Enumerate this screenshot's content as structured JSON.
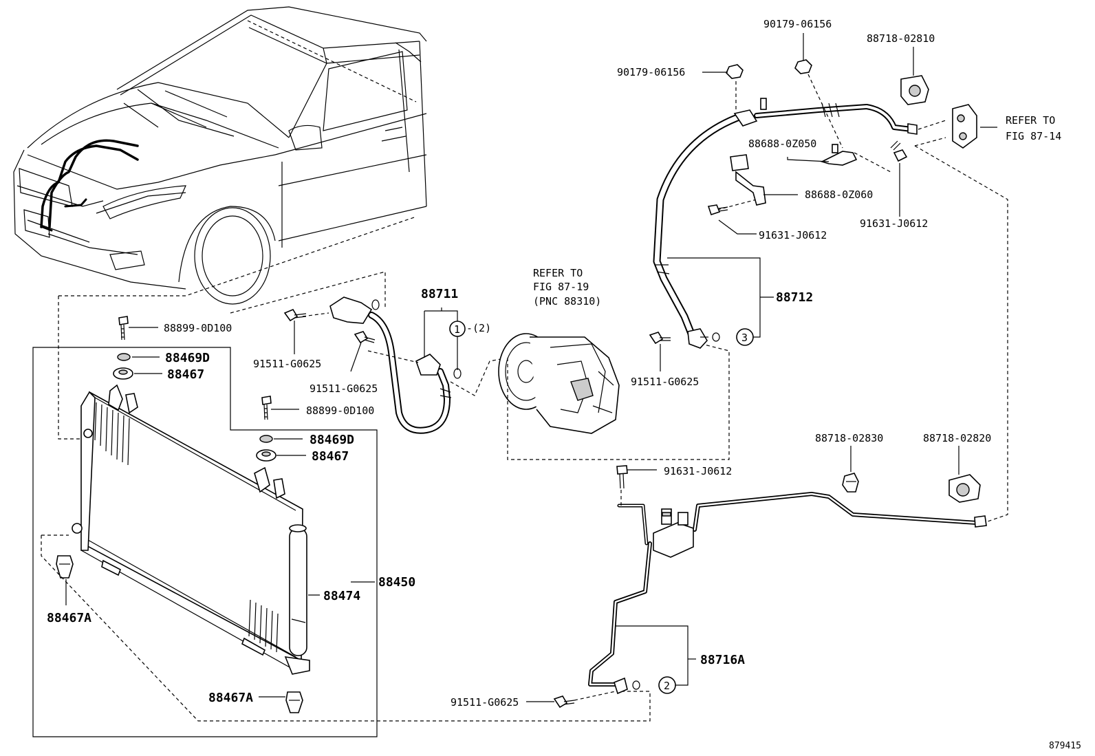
{
  "labels": {
    "p90179_06156_a": "90179-06156",
    "p90179_06156_b": "90179-06156",
    "p88718_02810": "88718-02810",
    "refer_87_14_l1": "REFER TO",
    "refer_87_14_l2": "FIG 87-14",
    "p88688_0Z050": "88688-0Z050",
    "p88688_0Z060": "88688-0Z060",
    "p91631_J0612_a": "91631-J0612",
    "p91631_J0612_b": "91631-J0612",
    "p91631_J0612_c": "91631-J0612",
    "p88712": "88712",
    "p88711": "88711",
    "qty_2": "-(2)",
    "refer_87_19_l1": "REFER TO",
    "refer_87_19_l2": "FIG 87-19",
    "refer_87_19_l3": "(PNC 88310)",
    "p91511_G0625_a": "91511-G0625",
    "p91511_G0625_b": "91511-G0625",
    "p91511_G0625_c": "91511-G0625",
    "p91511_G0625_d": "91511-G0625",
    "p88899_0D100_a": "88899-0D100",
    "p88899_0D100_b": "88899-0D100",
    "p88469D_a": "88469D",
    "p88469D_b": "88469D",
    "p88467_a": "88467",
    "p88467_b": "88467",
    "p88467A_a": "88467A",
    "p88467A_b": "88467A",
    "p88474": "88474",
    "p88450": "88450",
    "p88718_02830": "88718-02830",
    "p88718_02820": "88718-02820",
    "p88716A": "88716A",
    "callout_1": "1",
    "callout_2": "2",
    "callout_3": "3",
    "figure_id": "879415"
  }
}
